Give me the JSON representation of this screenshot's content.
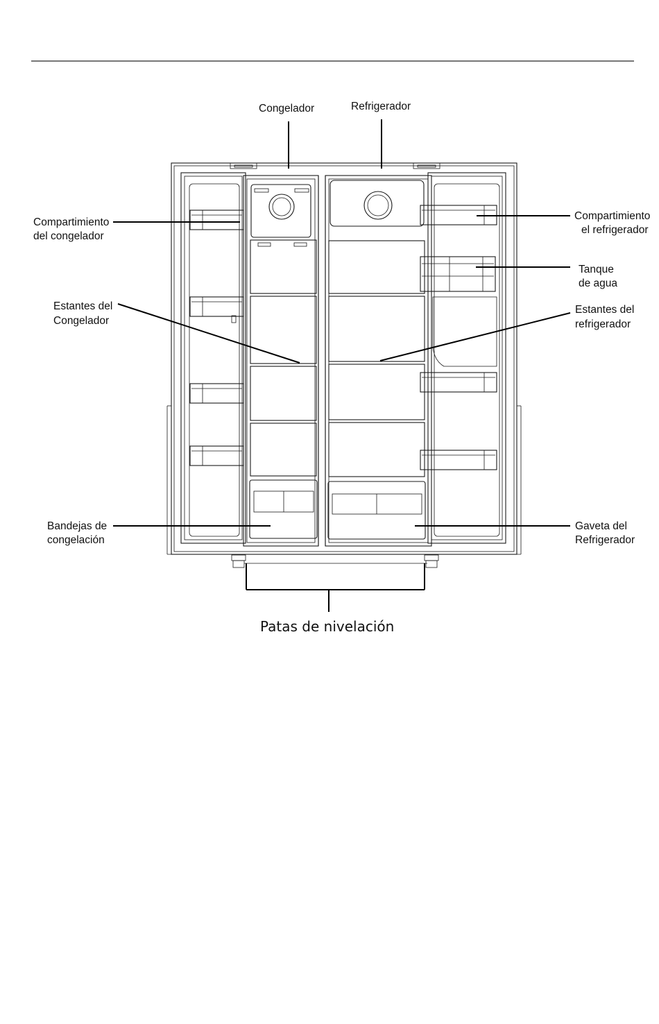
{
  "labels": {
    "freezer": "Congelador",
    "refrigerator": "Refrigerador",
    "freezer_door_bin": [
      "Compartimiento",
      "del congelador"
    ],
    "fridge_door_bin": [
      "Compartimiento",
      "el refrigerador"
    ],
    "water_tank": [
      "Tanque",
      "de agua"
    ],
    "freezer_shelves": [
      "Estantes del",
      "Congelador"
    ],
    "fridge_shelves": [
      "Estantes del",
      "refrigerador"
    ],
    "ice_trays": [
      "Bandejas de",
      "congelación"
    ],
    "fridge_drawer": [
      "Gaveta del",
      "Refrigerador"
    ],
    "leveling_legs": "Patas de nivelación"
  }
}
